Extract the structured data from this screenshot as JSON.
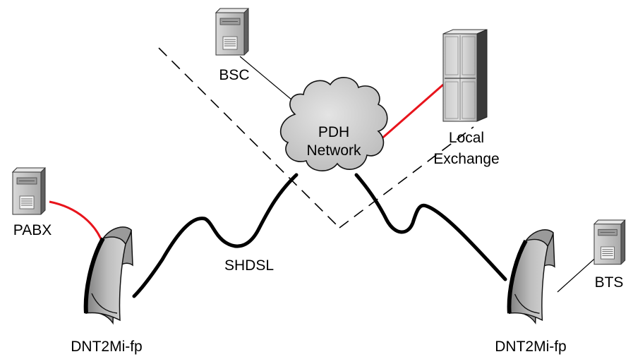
{
  "nodes": {
    "bsc": {
      "label": "BSC",
      "icon": "server-tower-icon"
    },
    "pdh": {
      "label_line1": "PDH",
      "label_line2": "Network",
      "icon": "cloud-icon"
    },
    "exchange": {
      "label_line1": "Local",
      "label_line2": "Exchange",
      "icon": "rack-cabinet-icon"
    },
    "pabx": {
      "label": "PABX",
      "icon": "server-tower-icon"
    },
    "bts": {
      "label": "BTS",
      "icon": "server-tower-icon"
    },
    "modem_left": {
      "label": "DNT2Mi-fp",
      "icon": "modem-icon"
    },
    "modem_right": {
      "label": "DNT2Mi-fp",
      "icon": "modem-icon"
    }
  },
  "links": {
    "shdsl_label": "SHDSL"
  },
  "colors": {
    "red_link": "#e8141c",
    "black_link": "#000000",
    "device_grey": "#b8b8b8"
  }
}
